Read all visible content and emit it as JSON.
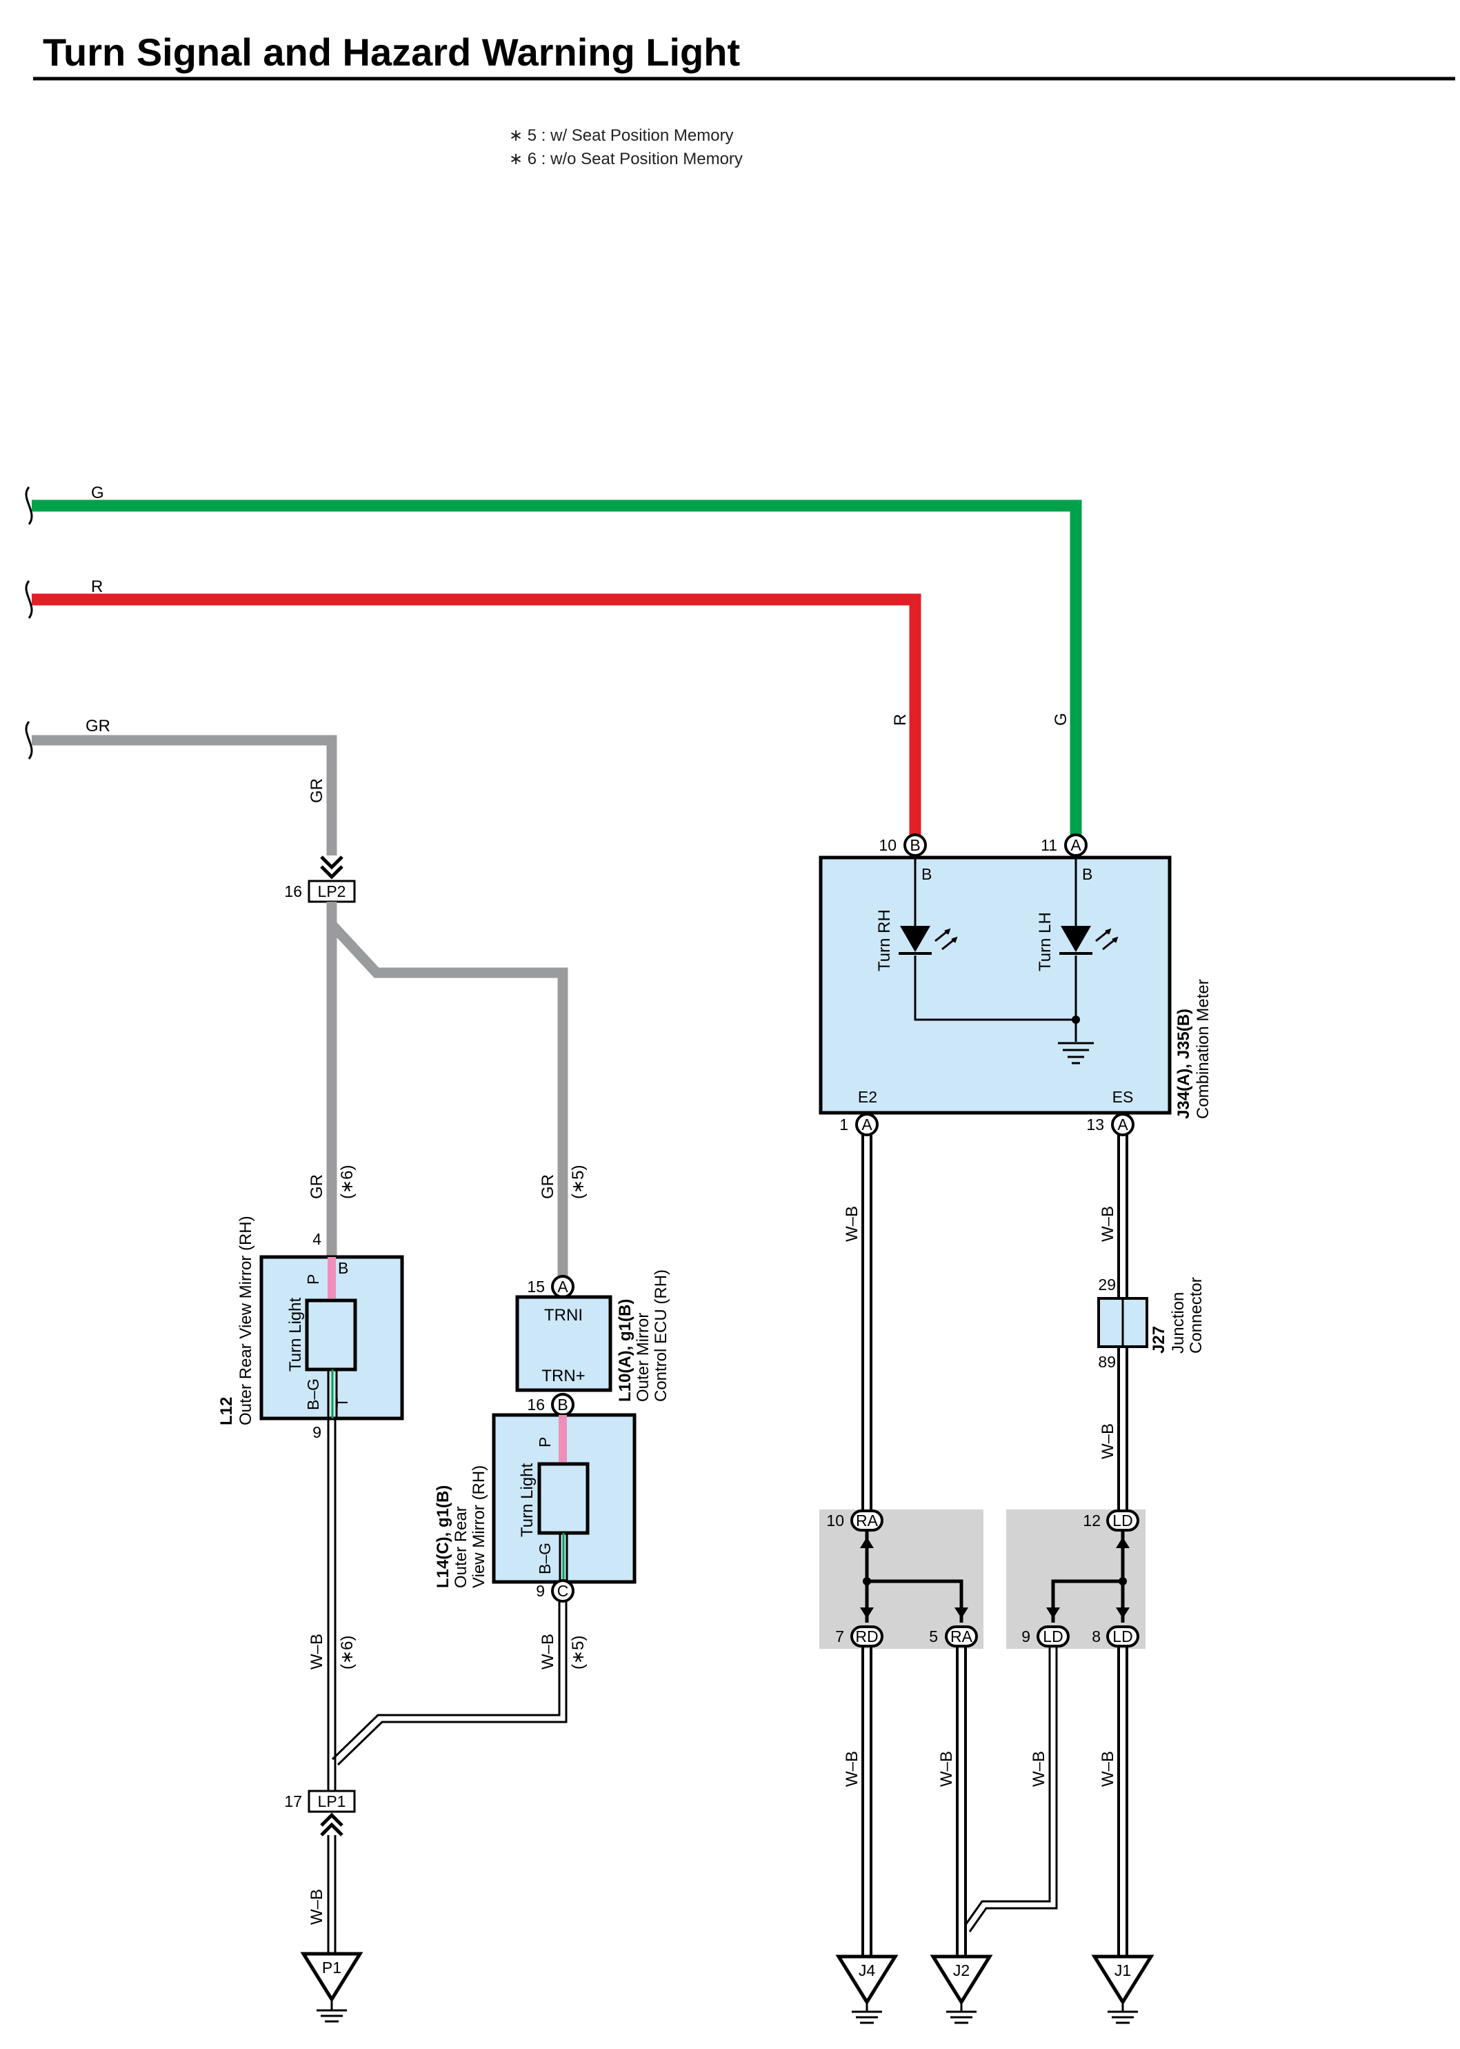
{
  "title": "Turn Signal and Hazard Warning Light",
  "notes": [
    "∗ 5 : w/ Seat Position Memory",
    "∗ 6 : w/o Seat Position Memory"
  ],
  "colors": {
    "green": "#00a14b",
    "red": "#e41e26",
    "gray": "#9a9b9d",
    "pink": "#ee8fb8",
    "box_fill": "#cce7f8",
    "splice_fill": "#d3d3d3"
  },
  "wires": {
    "g": {
      "label": "G"
    },
    "r": {
      "label": "R"
    },
    "gr": {
      "label": "GR"
    },
    "gr_opt6": "(∗6)",
    "gr_opt5": "(∗5)",
    "wb": "W–B",
    "wb_opt6": "(∗6)",
    "wb_opt5": "(∗5)"
  },
  "meter": {
    "name": "J34(A), J35(B)",
    "desc": "Combination Meter",
    "turn_rh": "Turn RH",
    "turn_lh": "Turn LH",
    "pin_b": "B",
    "e2": "E2",
    "es": "ES",
    "pin10": "10",
    "pin10_conn": "B",
    "pin11": "11",
    "pin11_conn": "A",
    "pin1": "1",
    "pin1_conn": "A",
    "pin13": "13",
    "pin13_conn": "A"
  },
  "lp2": {
    "id": "LP2",
    "pin": "16"
  },
  "lp1": {
    "id": "LP1",
    "pin": "17"
  },
  "l12": {
    "name": "L12",
    "desc": "Outer Rear View Mirror (RH)",
    "turn_light": "Turn Light",
    "pin_top": "4",
    "pin_bottom": "9",
    "p": "P",
    "b": "B",
    "bg": "B–G",
    "t": "T"
  },
  "l10": {
    "name": "L10(A), g1(B)",
    "desc1": "Outer Mirror",
    "desc2": "Control ECU (RH)",
    "trni": "TRNI",
    "trn_plus": "TRN+",
    "pin15": "15",
    "pin15_conn": "A",
    "pin16": "16",
    "pin16_conn": "B"
  },
  "l14": {
    "name": "L14(C), g1(B)",
    "desc1": "Outer Rear",
    "desc2": "View Mirror (RH)",
    "turn_light": "Turn Light",
    "p": "P",
    "bg": "B–G",
    "pin9": "9",
    "pin9_conn": "C"
  },
  "j27": {
    "name": "J27",
    "desc1": "Junction",
    "desc2": "Connector",
    "pin29": "29",
    "pin89": "89"
  },
  "splice_ra": {
    "top_pin": "10",
    "top": "RA",
    "bl_pin": "7",
    "bl": "RD",
    "br_pin": "5",
    "br": "RA"
  },
  "splice_ld": {
    "top_pin": "12",
    "top": "LD",
    "bl_pin": "9",
    "bl": "LD",
    "br_pin": "8",
    "br": "LD"
  },
  "grounds": {
    "p1": "P1",
    "j4": "J4",
    "j2": "J2",
    "j1": "J1"
  }
}
